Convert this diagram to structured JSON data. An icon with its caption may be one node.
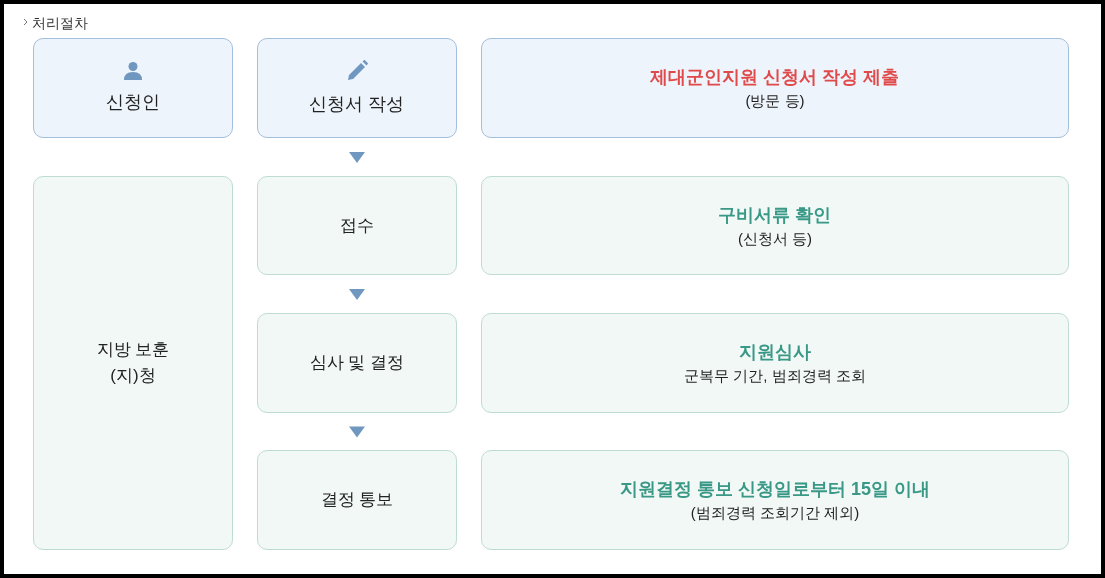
{
  "diagram": {
    "nodes": [
      {
        "text": [
          "신청인"
        ]
      },
      {
        "text": [
          "신청서 작성"
        ]
      },
      {
        "text": [
          "제대군인지원 신청서 작성 제출",
          "(방문 등)"
        ]
      },
      {
        "text": [
          "지방 보훈(지)청"
        ]
      },
      {
        "text": [
          "접수"
        ]
      },
      {
        "text": [
          "구비서류 확인",
          "(신청서 등)"
        ]
      },
      {
        "text": [
          "심사 및 결정"
        ]
      },
      {
        "text": [
          "지원심사",
          "군복무 기간, 범죄경력 조회"
        ]
      },
      {
        "text": [
          "결정 통보"
        ]
      },
      {
        "text": [
          "지원결정 통보 신청일로부터 15일 이내",
          "(범죄경력 조회기간 제외)"
        ]
      }
    ],
    "edges": [
      {
        "from": 1,
        "to": 4,
        "arrow": "to"
      },
      {
        "from": 4,
        "to": 6,
        "arrow": "to"
      },
      {
        "from": 6,
        "to": 8,
        "arrow": "to"
      }
    ],
    "labels": [
      "처리절차"
    ]
  }
}
